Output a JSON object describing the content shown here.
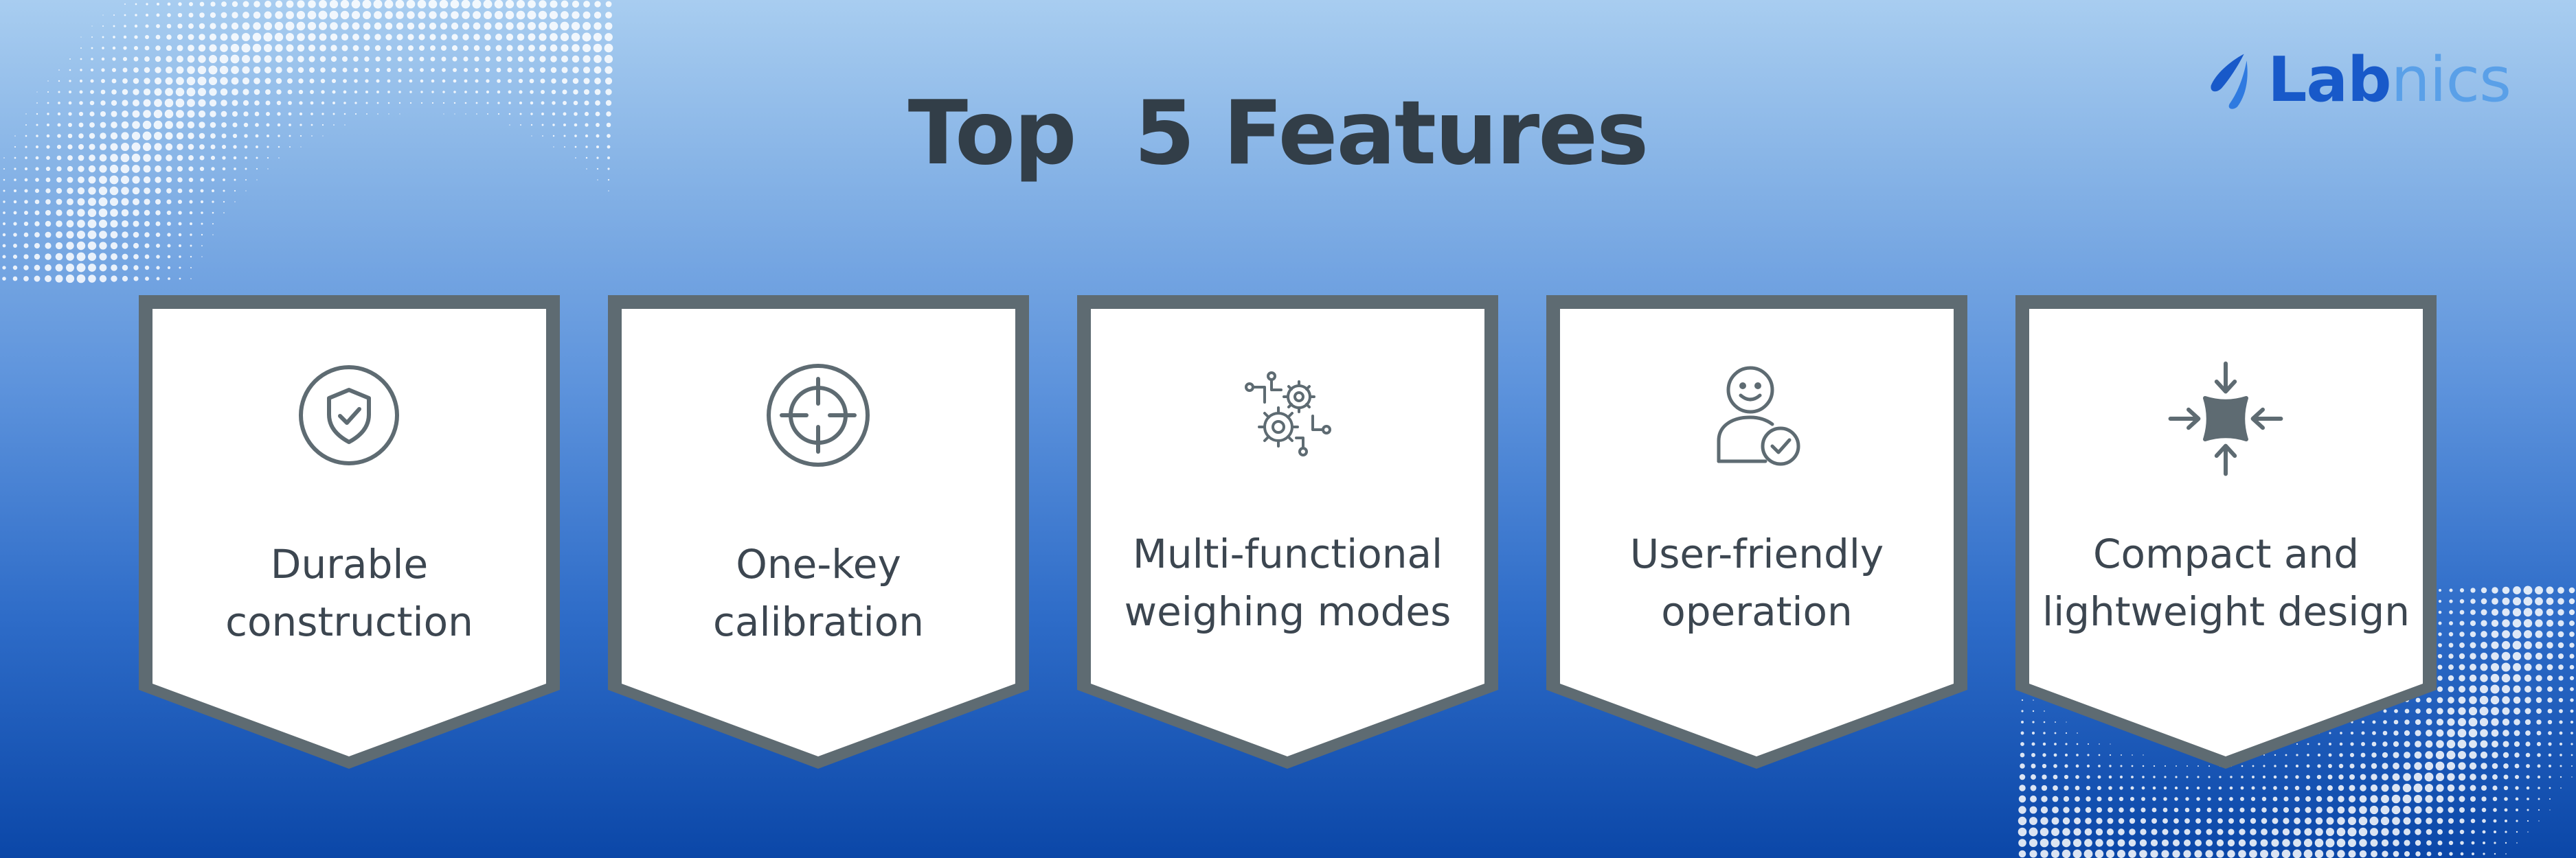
{
  "title": "Top  5 Features",
  "logo": {
    "part1": "Lab",
    "part2": "nics",
    "icon": "labnics-logo-icon"
  },
  "colors": {
    "card_border": "#5e6b72",
    "card_fill": "#ffffff",
    "title": "#323e48",
    "logo_primary": "#1859c9",
    "logo_secondary": "#5aa0e8"
  },
  "features": [
    {
      "line1": "Durable",
      "line2": "construction",
      "icon": "shield-check-icon"
    },
    {
      "line1": "One-key",
      "line2": "calibration",
      "icon": "crosshair-target-icon"
    },
    {
      "line1": "Multi-functional",
      "line2": "weighing modes",
      "icon": "gears-circuit-icon"
    },
    {
      "line1": "User-friendly",
      "line2": "operation",
      "icon": "user-check-icon"
    },
    {
      "line1": "Compact and",
      "line2": "lightweight design",
      "icon": "compress-arrows-icon"
    }
  ]
}
